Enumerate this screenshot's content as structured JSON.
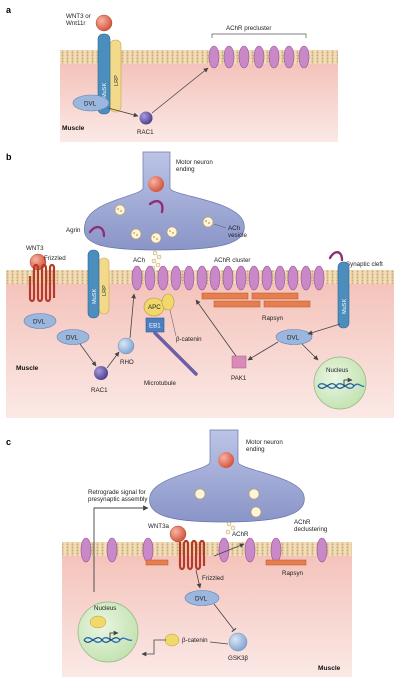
{
  "colors": {
    "membrane": "#f3dcb6",
    "membrane_dot": "#c7b07e",
    "cytoplasm": "#f6cfc8",
    "neuron": "#9aa4d0",
    "neuron_edge": "#6b75aa",
    "achr": "#c989c9",
    "achr_edge": "#955095",
    "musk": "#4b8dbd",
    "lrp": "#f3d98a",
    "dvl": "#9bb7dd",
    "frizzled": "#b53a2a",
    "wnt": "#e4735c",
    "rac1": "#6c5fa6",
    "rapsyn": "#e67e4e",
    "nucleus": "#d5ecc8",
    "arrow": "#444444"
  },
  "panels": {
    "a": {
      "letter": "a",
      "wnt": "WNT3 or\nWnt11r",
      "achr_precluster": "AChR precluster",
      "musk": "MuSK",
      "lrp": "LRP",
      "dvl": "DVL",
      "rac1": "RAC1",
      "muscle": "Muscle"
    },
    "b": {
      "letter": "b",
      "motor_neuron": "Motor neuron\nending",
      "agrin": "Agrin",
      "ach_vesicle": "ACh\nvesicle",
      "wnt3": "WNT3",
      "frizzled": "Frizzled",
      "ach": "ACh",
      "achr_cluster": "AChR cluster",
      "synaptic_cleft": "Synaptic cleft",
      "musk_left": "MuSK",
      "lrp": "LRP",
      "musk_right": "MuSK",
      "dvl_1": "DVL",
      "dvl_2": "DVL",
      "dvl_3": "DVL",
      "apc": "APC",
      "eb1": "EB1",
      "beta_catenin": "β-catenin",
      "rapsyn": "Rapsyn",
      "rho": "RHO",
      "microtubule": "Microtubule",
      "muscle": "Muscle",
      "rac1": "RAC1",
      "pak1": "PAK1",
      "nucleus": "Nucleus"
    },
    "c": {
      "letter": "c",
      "motor_neuron": "Motor  neuron\nending",
      "retrograde": "Retrograde signal for\npresynaptic assembly",
      "wnt3a": "WNT3a",
      "achr": "AChR",
      "achr_declustering": "AChR\ndeclustering",
      "frizzled": "Frizzled",
      "rapsyn": "Rapsyn",
      "nucleus": "Nucleus",
      "dvl": "DVL",
      "beta_catenin": "β-catenin",
      "gsk3b": "GSK3β",
      "muscle": "Muscle"
    }
  }
}
